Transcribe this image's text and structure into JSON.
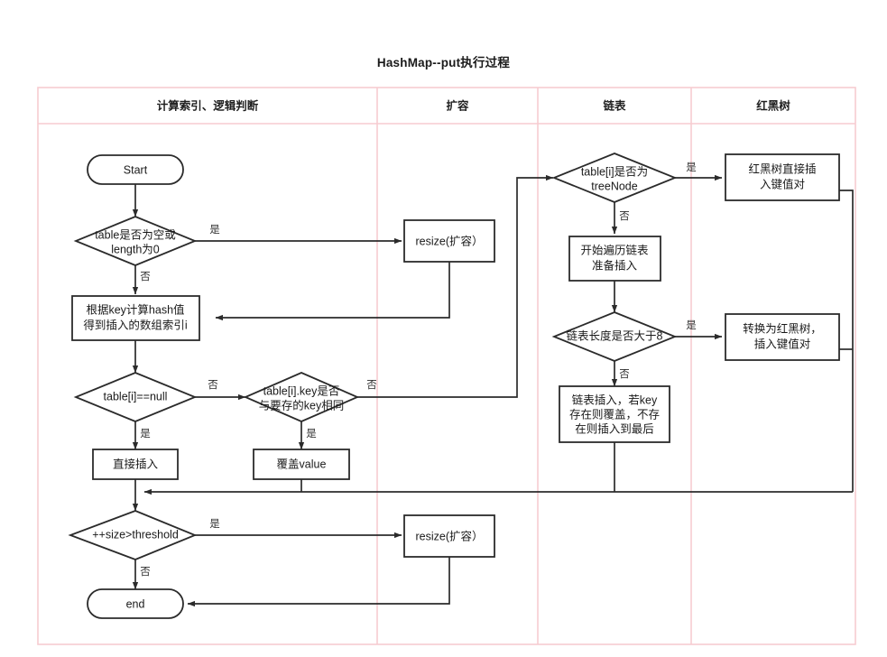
{
  "diagram": {
    "title": "HashMap--put执行过程",
    "type": "flowchart-swimlane",
    "lanes": [
      {
        "id": "lane-index",
        "label": "计算索引、逻辑判断"
      },
      {
        "id": "lane-resize",
        "label": "扩容"
      },
      {
        "id": "lane-list",
        "label": "链表"
      },
      {
        "id": "lane-tree",
        "label": "红黑树"
      }
    ],
    "nodes": {
      "start": "Start",
      "table_empty": "table是否为空或\nlength为0",
      "resize_top": "resize(扩容）",
      "calc_hash": "根据key计算hash值\n得到插入的数组索引i",
      "table_i_null": "table[i]==null",
      "key_same": "table[i].key是否\n与要存的key相同",
      "direct_insert": "直接插入",
      "overwrite_value": "覆盖value",
      "size_threshold": "++size>threshold",
      "resize_bottom": "resize(扩容）",
      "end": "end",
      "is_treenode": "table[i]是否为\ntreeNode",
      "traverse_list": "开始遍历链表\n准备插入",
      "list_len_gt8": "链表长度是否大于8",
      "list_insert": "链表插入，若key\n存在则覆盖，不存\n在则插入到最后",
      "tree_insert": "红黑树直接插\n入键值对",
      "convert_tree": "转换为红黑树，\n插入键值对"
    },
    "edge_labels": {
      "yes": "是",
      "no": "否"
    },
    "colors": {
      "lane_border": "#f7ccd0",
      "node_stroke": "#2b2b2b",
      "edge_stroke": "#2b2b2b",
      "background": "#ffffff",
      "text": "#1a1a1a"
    }
  }
}
